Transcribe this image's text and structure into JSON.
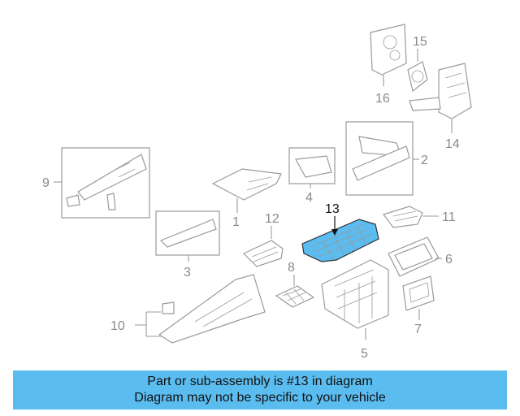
{
  "diagram": {
    "callouts": [
      "1",
      "2",
      "3",
      "4",
      "5",
      "6",
      "7",
      "8",
      "9",
      "10",
      "11",
      "12",
      "13",
      "14",
      "15",
      "16"
    ],
    "highlight_color": "#5bbcf0",
    "highlighted_part": "13"
  },
  "banner": {
    "line1": "Part or sub-assembly is #13 in diagram",
    "line2": "Diagram may not be specific to your vehicle",
    "color": "#5bbcf0"
  }
}
